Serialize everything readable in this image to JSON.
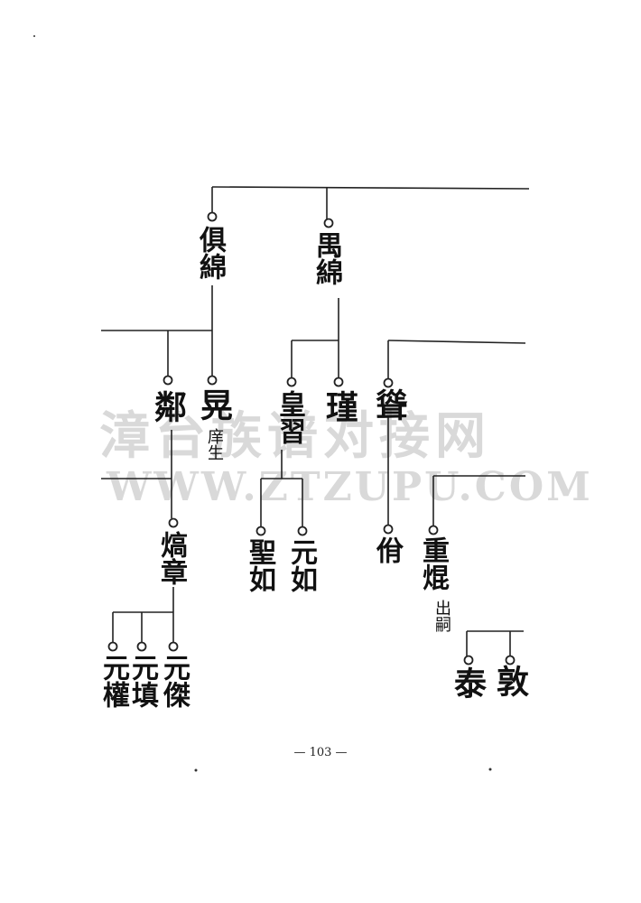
{
  "watermark": {
    "chinese": "漳台族谱对接网",
    "latin": "WWW.ZTZUPU.COM"
  },
  "generation_2": {
    "left_name": "俱綿",
    "right_name": "禺綿"
  },
  "generation_3": {
    "a": "鄰",
    "b": "晃",
    "b_note": "庠生",
    "c": "皇習",
    "d": "瑾",
    "e": "聳"
  },
  "generation_4": {
    "a": "熇章",
    "b": "聖如",
    "c": "元如",
    "d": "佾",
    "e": "重焜",
    "e_note": "出嗣"
  },
  "generation_5": {
    "a": "元權",
    "b": "元填",
    "c": "元傑",
    "d": "泰",
    "e": "敦"
  },
  "page_number": "— 103 —"
}
